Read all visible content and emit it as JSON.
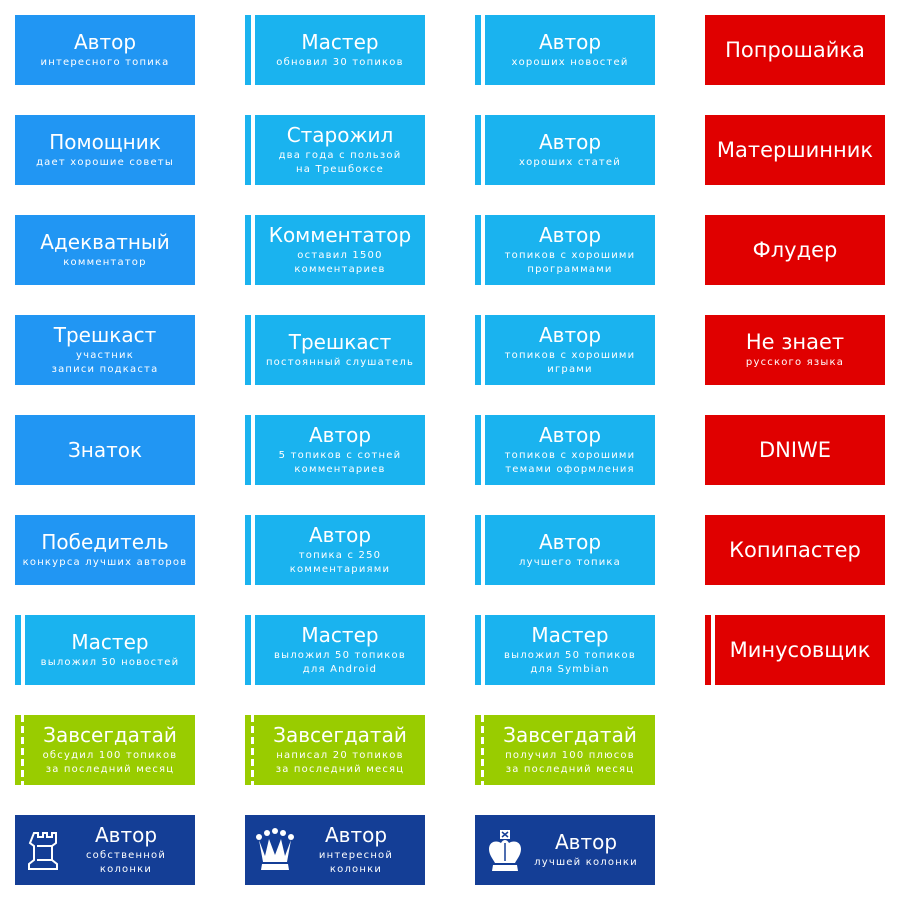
{
  "badges": [
    {
      "title": "Автор",
      "sub": "интересного топика",
      "color": "#2196f3"
    },
    {
      "title": "Мастер",
      "sub": "обновил 30 топиков",
      "color": "#1ab3ef"
    },
    {
      "title": "Автор",
      "sub": "хороших новостей",
      "color": "#1ab3ef"
    },
    {
      "title": "Попрошайка",
      "sub": "",
      "color": "#e00000"
    },
    {
      "title": "Помощник",
      "sub": "дает хорошие советы",
      "color": "#2196f3"
    },
    {
      "title": "Старожил",
      "sub": "два года с пользой\nна Трешбоксе",
      "color": "#1ab3ef"
    },
    {
      "title": "Автор",
      "sub": "хороших статей",
      "color": "#1ab3ef"
    },
    {
      "title": "Матершинник",
      "sub": "",
      "color": "#e00000"
    },
    {
      "title": "Адекватный",
      "sub": "комментатор",
      "color": "#2196f3"
    },
    {
      "title": "Комментатор",
      "sub": "оставил 1500\nкомментариев",
      "color": "#1ab3ef"
    },
    {
      "title": "Автор",
      "sub": "топиков с хорошими\nпрограммами",
      "color": "#1ab3ef"
    },
    {
      "title": "Флудер",
      "sub": "",
      "color": "#e00000"
    },
    {
      "title": "Трешкаст",
      "sub": "участник\nзаписи подкаста",
      "color": "#2196f3"
    },
    {
      "title": "Трешкаст",
      "sub": "постоянный слушатель",
      "color": "#1ab3ef"
    },
    {
      "title": "Автор",
      "sub": "топиков с хорошими\nиграми",
      "color": "#1ab3ef"
    },
    {
      "title": "Не знает",
      "sub": "русского языка",
      "color": "#e00000"
    },
    {
      "title": "Знаток",
      "sub": "",
      "color": "#2196f3"
    },
    {
      "title": "Автор",
      "sub": "5 топиков с сотней\nкомментариев",
      "color": "#1ab3ef"
    },
    {
      "title": "Автор",
      "sub": "топиков с хорошими\nтемами оформления",
      "color": "#1ab3ef"
    },
    {
      "title": "DNIWE",
      "sub": "",
      "color": "#e00000"
    },
    {
      "title": "Победитель",
      "sub": "конкурса лучших авторов",
      "color": "#2196f3"
    },
    {
      "title": "Автор",
      "sub": "топика с 250\nкомментариями",
      "color": "#1ab3ef"
    },
    {
      "title": "Автор",
      "sub": "лучшего топика",
      "color": "#1ab3ef"
    },
    {
      "title": "Копипастер",
      "sub": "",
      "color": "#e00000"
    },
    {
      "title": "Мастер",
      "sub": "выложил 50 новостей",
      "color": "#1ab3ef"
    },
    {
      "title": "Мастер",
      "sub": "выложил 50 топиков\nдля Android",
      "color": "#1ab3ef"
    },
    {
      "title": "Мастер",
      "sub": "выложил 50 топиков\nдля Symbian",
      "color": "#1ab3ef"
    },
    {
      "title": "Минусовщик",
      "sub": "",
      "color": "#e00000"
    },
    {
      "title": "Завсегдатай",
      "sub": "обсудил 100 топиков\nза последний месяц",
      "color": "#99cc00"
    },
    {
      "title": "Завсегдатай",
      "sub": "написал 20 топиков\nза последний месяц",
      "color": "#99cc00"
    },
    {
      "title": "Завсегдатай",
      "sub": "получил 100 плюсов\nза последний месяц",
      "color": "#99cc00"
    },
    {
      "title": "Автор",
      "sub": "собственной\nколонки",
      "color": "#143e96",
      "icon": "chess-rook-icon"
    },
    {
      "title": "Автор",
      "sub": "интересной\nколонки",
      "color": "#143e96",
      "icon": "chess-queen-icon"
    },
    {
      "title": "Автор",
      "sub": "лучшей колонки",
      "color": "#143e96",
      "icon": "chess-king-icon"
    }
  ]
}
